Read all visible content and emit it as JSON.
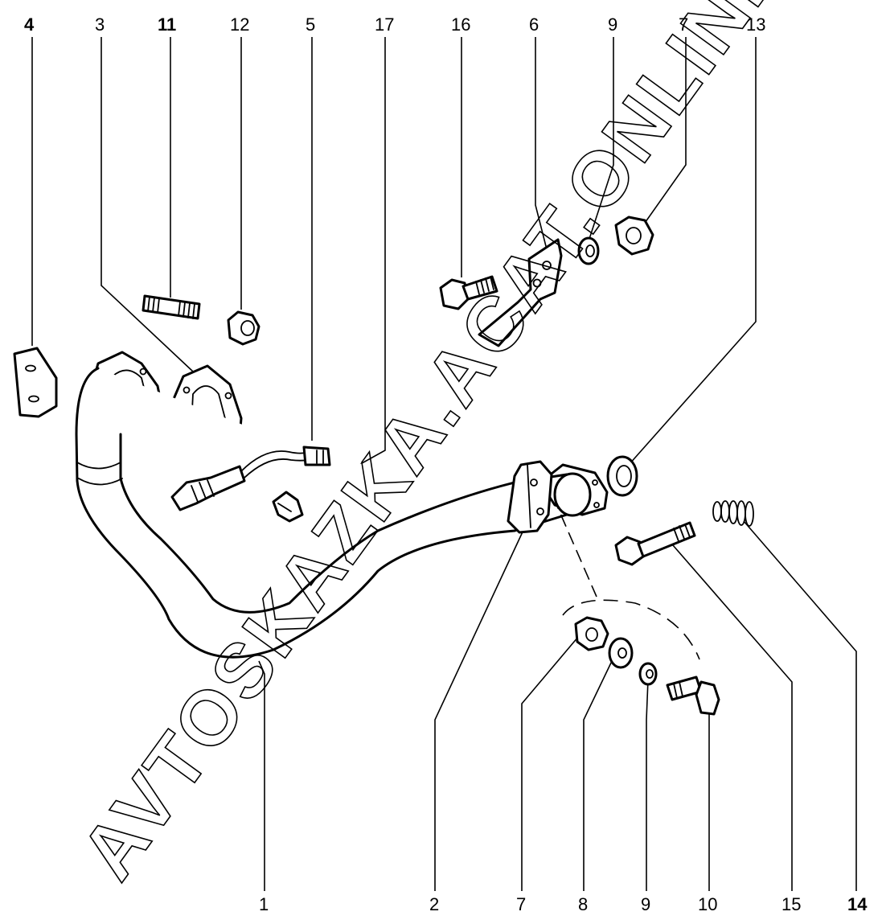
{
  "watermark": "AVTOSKAZKA.ACAT.ONLINE",
  "callouts_top": [
    {
      "key": "c4",
      "label": "4",
      "bold": true
    },
    {
      "key": "c3",
      "label": "3",
      "bold": false
    },
    {
      "key": "c11",
      "label": "11",
      "bold": true
    },
    {
      "key": "c12",
      "label": "12",
      "bold": false
    },
    {
      "key": "c5",
      "label": "5",
      "bold": false
    },
    {
      "key": "c17",
      "label": "17",
      "bold": false
    },
    {
      "key": "c16",
      "label": "16",
      "bold": false
    },
    {
      "key": "c6",
      "label": "6",
      "bold": false
    },
    {
      "key": "c9t",
      "label": "9",
      "bold": false
    },
    {
      "key": "c7t",
      "label": "7",
      "bold": false
    },
    {
      "key": "c13",
      "label": "13",
      "bold": false
    }
  ],
  "callouts_bottom": [
    {
      "key": "c1",
      "label": "1",
      "bold": false
    },
    {
      "key": "c2",
      "label": "2",
      "bold": false
    },
    {
      "key": "c7b",
      "label": "7",
      "bold": false
    },
    {
      "key": "c8",
      "label": "8",
      "bold": false
    },
    {
      "key": "c9b",
      "label": "9",
      "bold": false
    },
    {
      "key": "c10",
      "label": "10",
      "bold": false
    },
    {
      "key": "c15",
      "label": "15",
      "bold": false
    },
    {
      "key": "c14",
      "label": "14",
      "bold": true
    }
  ]
}
